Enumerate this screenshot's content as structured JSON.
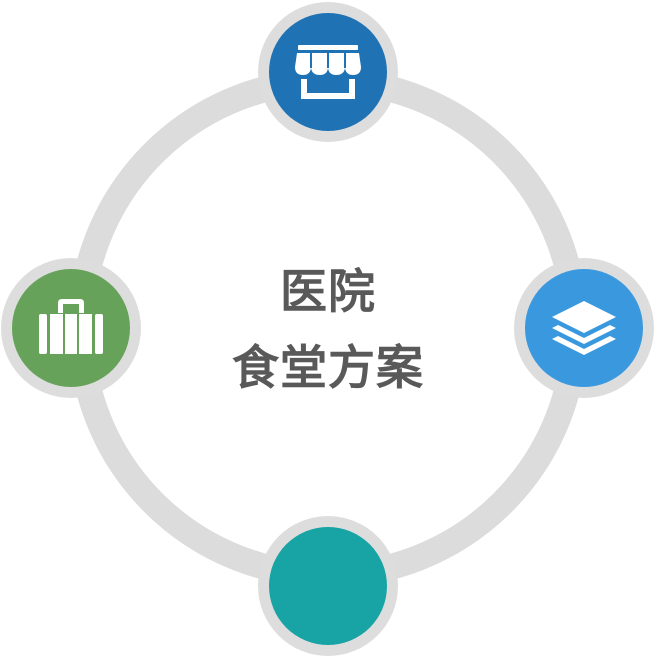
{
  "title": {
    "line1": "医院",
    "line2": "食堂方案"
  },
  "colors": {
    "ring": "#dcdcdc",
    "node_border": "#dddddd",
    "title_text": "#595959",
    "top_node": "#1f72b3",
    "right_node": "#3a98de",
    "bottom_node": "#18a4a4",
    "left_node": "#66a25a"
  },
  "nodes": [
    {
      "position": "top",
      "icon": "store-icon"
    },
    {
      "position": "right",
      "icon": "layers-icon"
    },
    {
      "position": "bottom",
      "icon": "none"
    },
    {
      "position": "left",
      "icon": "briefcase-icon"
    }
  ]
}
